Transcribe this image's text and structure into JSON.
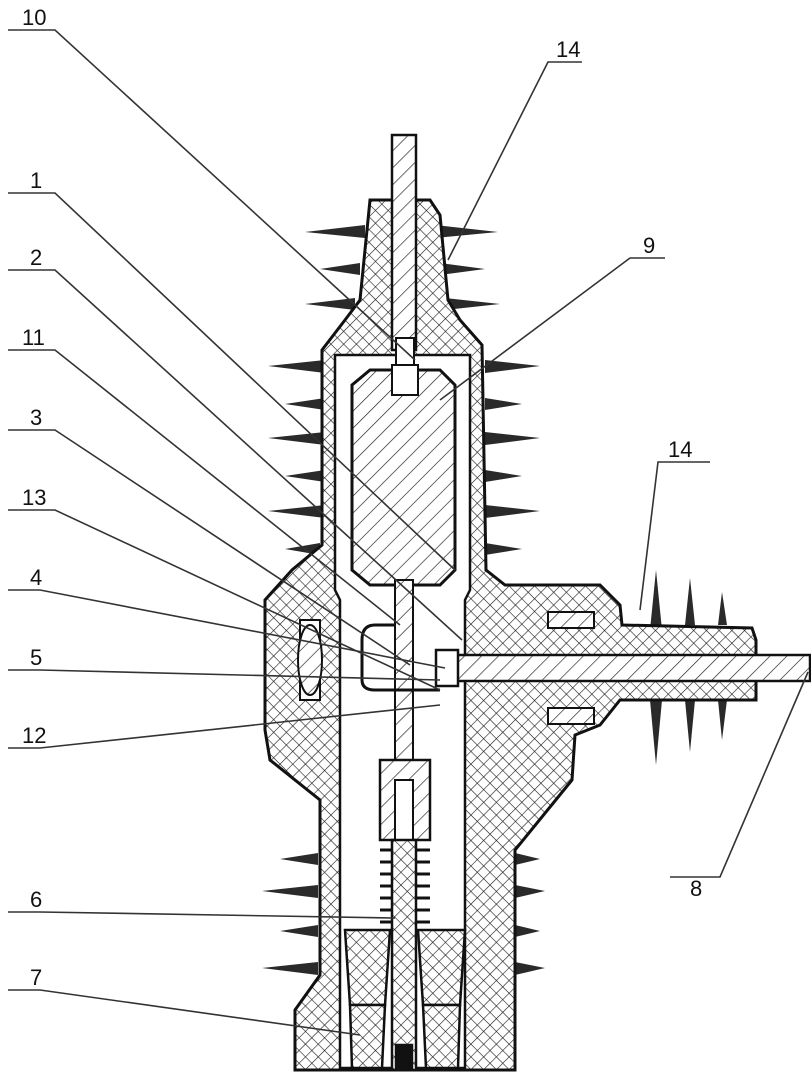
{
  "callouts": [
    {
      "id": "10",
      "text": "10"
    },
    {
      "id": "14a",
      "text": "14"
    },
    {
      "id": "1",
      "text": "1"
    },
    {
      "id": "2",
      "text": "2"
    },
    {
      "id": "9",
      "text": "9"
    },
    {
      "id": "11",
      "text": "11"
    },
    {
      "id": "3",
      "text": "3"
    },
    {
      "id": "14b",
      "text": "14"
    },
    {
      "id": "13",
      "text": "13"
    },
    {
      "id": "4",
      "text": "4"
    },
    {
      "id": "5",
      "text": "5"
    },
    {
      "id": "12",
      "text": "12"
    },
    {
      "id": "8",
      "text": "8"
    },
    {
      "id": "6",
      "text": "6"
    },
    {
      "id": "7",
      "text": "7"
    }
  ],
  "colors": {
    "ink": "#111111",
    "paper": "#ffffff",
    "hatch": "#1a1a1a"
  }
}
